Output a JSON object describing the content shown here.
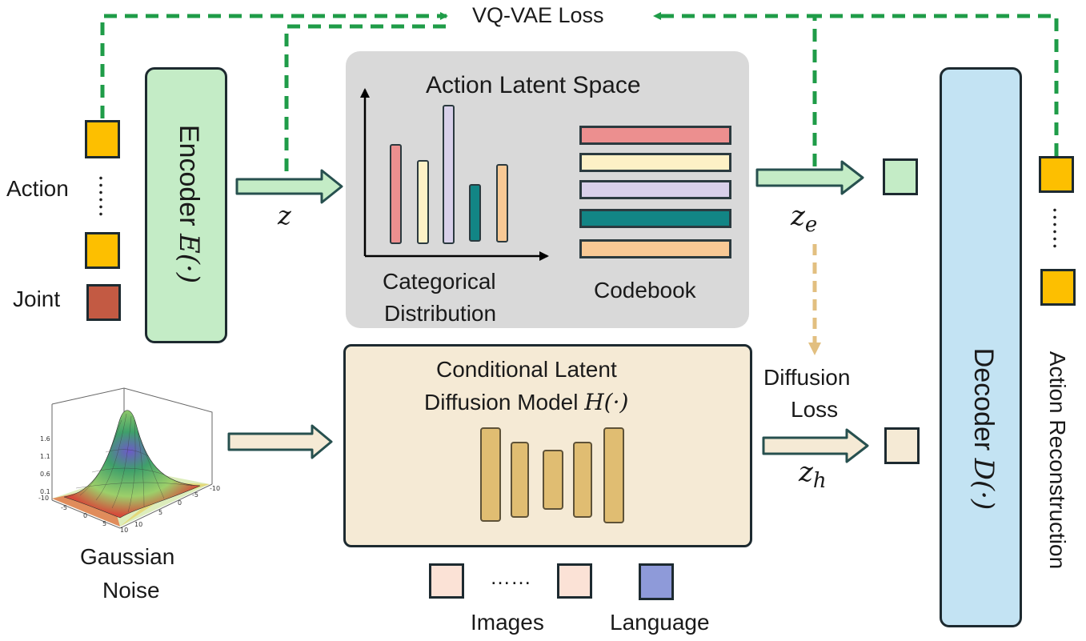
{
  "diagram": {
    "vq_loss": "VQ-VAE Loss",
    "action_label": "Action",
    "joint_label": "Joint",
    "encoder": {
      "text": "Encoder",
      "symbol": "E(·)"
    },
    "z": "z",
    "latent_space": {
      "title": "Action Latent Space",
      "categorical": [
        "Categorical",
        "Distribution"
      ],
      "codebook": "Codebook"
    },
    "z_e": {
      "base": "z",
      "sub": "e"
    },
    "z_h": {
      "base": "z",
      "sub": "h"
    },
    "diffusion_model": {
      "line1": "Conditional Latent",
      "line2": "Diffusion Model",
      "symbol": "H(·)"
    },
    "diffusion_loss": [
      "Diffusion",
      "Loss"
    ],
    "gaussian": {
      "label": [
        "Gaussian",
        "Noise"
      ],
      "z_ticks": [
        "1.6",
        "1.1",
        "0.6",
        "0.1"
      ],
      "x_ticks": [
        "-10",
        "-5",
        "0",
        "5",
        "10"
      ],
      "y_ticks": [
        "-10",
        "-5",
        "0",
        "5",
        "10"
      ]
    },
    "images_label": "Images",
    "language_label": "Language",
    "decoder": {
      "text": "Decoder",
      "symbol": "D(·)"
    },
    "reconstruction": "Action Reconstruction",
    "dots": "……",
    "vdots": "……"
  },
  "colors": {
    "green_dash": "#1f9c48",
    "tan_dash": "#e2bf80",
    "action_square": "#fdbf00",
    "joint_square": "#c35a43",
    "encoder_fill": "#c4ecc6",
    "latent_fill": "#d9d9d9",
    "diffusion_fill": "#f5ead5",
    "decoder_fill": "#c3e3f3",
    "codebook": [
      "#ec8f8f",
      "#fdf1c6",
      "#d8d0ea",
      "#128585",
      "#f8c995"
    ],
    "image_square": "#fbe2d6",
    "language_square": "#8e9ad9"
  }
}
